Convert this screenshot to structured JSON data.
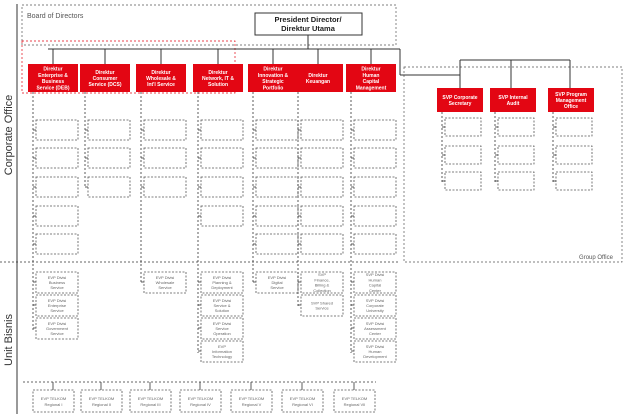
{
  "sidebar": {
    "corporate_office_label": "Corporate Office",
    "unit_bisnis_label": "Unit Bisnis"
  },
  "top": {
    "board_label": "Board of Directors",
    "president_line1": "President Director/",
    "president_line2": "Direktur Utama"
  },
  "group_label": "Group Office",
  "colors": {
    "director_red": "#e30613",
    "box_border": "#555555",
    "line": "#333333",
    "red_dashed": "#e30613"
  },
  "directors": [
    {
      "lines": [
        "Direktur",
        "Enterprise &",
        "Business",
        "Service (DEB)"
      ],
      "units": 5,
      "bisnis": [
        [
          "EVP Divisi",
          "Business",
          "Service"
        ],
        [
          "EVP Divisi",
          "Enterprise",
          "Service"
        ],
        [
          "EVP Divisi",
          "Government",
          "Service"
        ]
      ]
    },
    {
      "lines": [
        "Direktur",
        "Consumer",
        "Service (DCS)"
      ],
      "units": 3,
      "bisnis": []
    },
    {
      "lines": [
        "Direktur",
        "Wholesale &",
        "Int'l Service"
      ],
      "units": 3,
      "bisnis": [
        [
          "EVP Divisi",
          "Wholesale",
          "Service"
        ]
      ]
    },
    {
      "lines": [
        "Direktur",
        "Network, IT &",
        "Solution"
      ],
      "units": 4,
      "bisnis": [
        [
          "EVP Divisi",
          "Planning &",
          "Deployment"
        ],
        [
          "EVP Divisi",
          "Service &",
          "Solution"
        ],
        [
          "EVP Divisi",
          "Service",
          "Operation"
        ],
        [
          "EVP",
          "Information",
          "Technology"
        ]
      ]
    },
    {
      "lines": [
        "Direktur",
        "Innovation &",
        "Strategic",
        "Portfolio"
      ],
      "units": 5,
      "bisnis": [
        [
          "EVP Divisi",
          "Digital",
          "Service"
        ]
      ]
    },
    {
      "lines": [
        "Direktur",
        "Keuangan"
      ],
      "units": 5,
      "bisnis": [
        [
          "SVP",
          "Finance,",
          "Billing &",
          "Collection"
        ],
        [
          "SVP Shared",
          "Service"
        ]
      ]
    },
    {
      "lines": [
        "Direktur",
        "Human",
        "Capital",
        "Management"
      ],
      "units": 5,
      "bisnis": [
        [
          "SVP Divisi",
          "Human",
          "Capital",
          "Center"
        ],
        [
          "SVP Divisi",
          "Corporate",
          "University"
        ],
        [
          "SVP Divisi",
          "Assessment",
          "Center"
        ],
        [
          "SVP Divisi",
          "Human",
          "Development"
        ]
      ]
    }
  ],
  "svps": [
    {
      "lines": [
        "SVP Corporate",
        "Secretary"
      ],
      "units": 3
    },
    {
      "lines": [
        "SVP Internal",
        "Audit"
      ],
      "units": 3
    },
    {
      "lines": [
        "SVP Program",
        "Management",
        "Office"
      ],
      "units": 3
    }
  ],
  "regionals": [
    "EVP TELKOM Regional I",
    "EVP TELKOM Regional II",
    "EVP TELKOM Regional III",
    "EVP TELKOM Regional IV",
    "EVP TELKOM Regional V",
    "EVP TELKOM Regional VI",
    "EVP TELKOM Regional VII"
  ]
}
